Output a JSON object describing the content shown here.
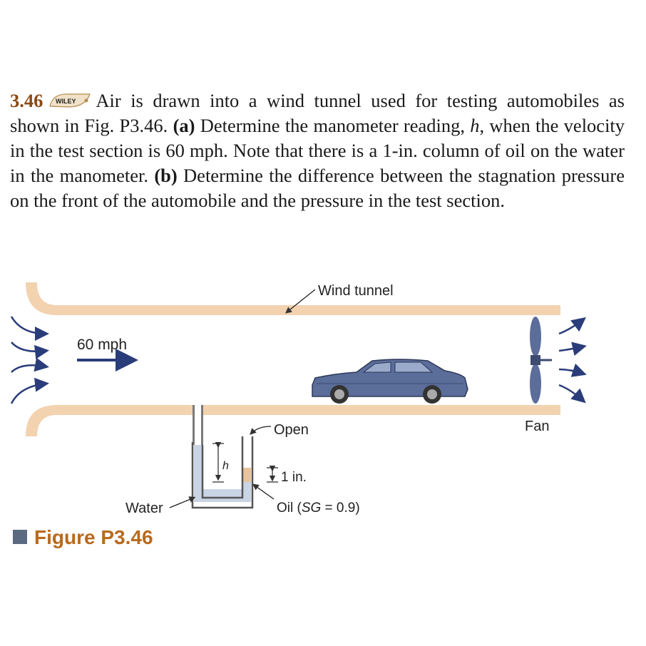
{
  "problem": {
    "number": "3.46",
    "logo_text": "WILEY",
    "t1": "Air is drawn into a wind tunnel used for testing automobiles as shown in Fig. P3.46.",
    "a_label": "(a)",
    "t2": "Determine the manometer reading,",
    "h_var": "h",
    "t3": ", when the velocity in the test section is 60 mph. Note that there is a 1-in. column of oil on the water in the manometer.",
    "b_label": "(b)",
    "t4": "Determine the difference between the stagnation pressure on the front of the automobile and the pressure in the test section."
  },
  "figure": {
    "wind_tunnel_label": "Wind tunnel",
    "speed_label": "60 mph",
    "fan_label": "Fan",
    "open_label": "Open",
    "h_label": "h",
    "one_in_label": "1 in.",
    "water_label": "Water",
    "oil_label_prefix": "Oil (",
    "oil_sg": "SG",
    "oil_label_suffix": " = 0.9)",
    "colors": {
      "wall": "#f3d2b0",
      "water": "#c9d4e4",
      "oil": "#e8c39c",
      "car": "#5b6d99",
      "arrow": "#2a3d7a"
    }
  },
  "caption": {
    "text": "Figure P3.46"
  }
}
